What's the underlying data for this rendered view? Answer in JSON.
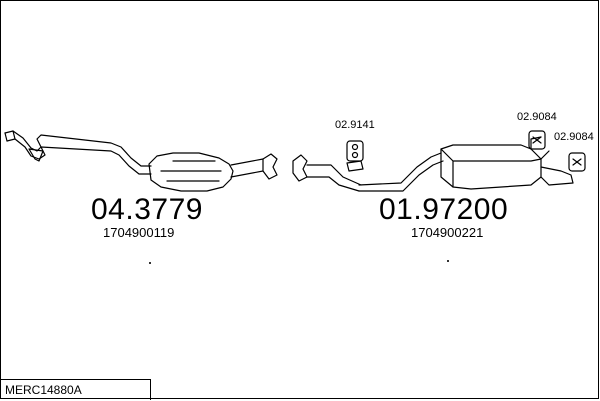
{
  "parts": {
    "catalyst": {
      "number": "04.3779",
      "oem": "1704900119"
    },
    "silencer": {
      "number": "01.97200",
      "oem": "1704900221"
    }
  },
  "accessories": [
    {
      "number": "02.9141"
    },
    {
      "number": "02.9084"
    },
    {
      "number": "02.9084"
    }
  ],
  "model_code": "MERC14880A"
}
